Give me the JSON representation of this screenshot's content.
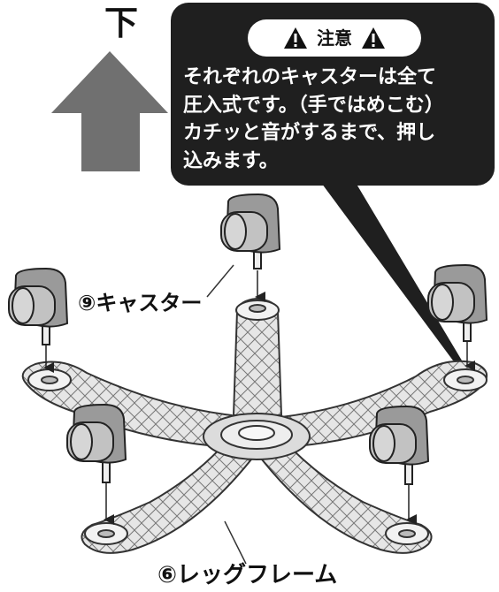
{
  "direction_label": "下",
  "caution": {
    "title": "注意",
    "icon": "warning-triangle-icon",
    "lines": [
      "それぞれのキャスターは全て",
      "圧入式です。（手ではめこむ）",
      "カチッと音がするまで、押し",
      "込みます。"
    ]
  },
  "parts": {
    "caster": "⑨キャスター",
    "leg_frame": "⑥レッグフレーム"
  },
  "colors": {
    "arrow": "#707070",
    "caution_box": "#1f1f1f",
    "caster_body": "#b5b5b5",
    "leg_frame": "#d8d8d8"
  }
}
